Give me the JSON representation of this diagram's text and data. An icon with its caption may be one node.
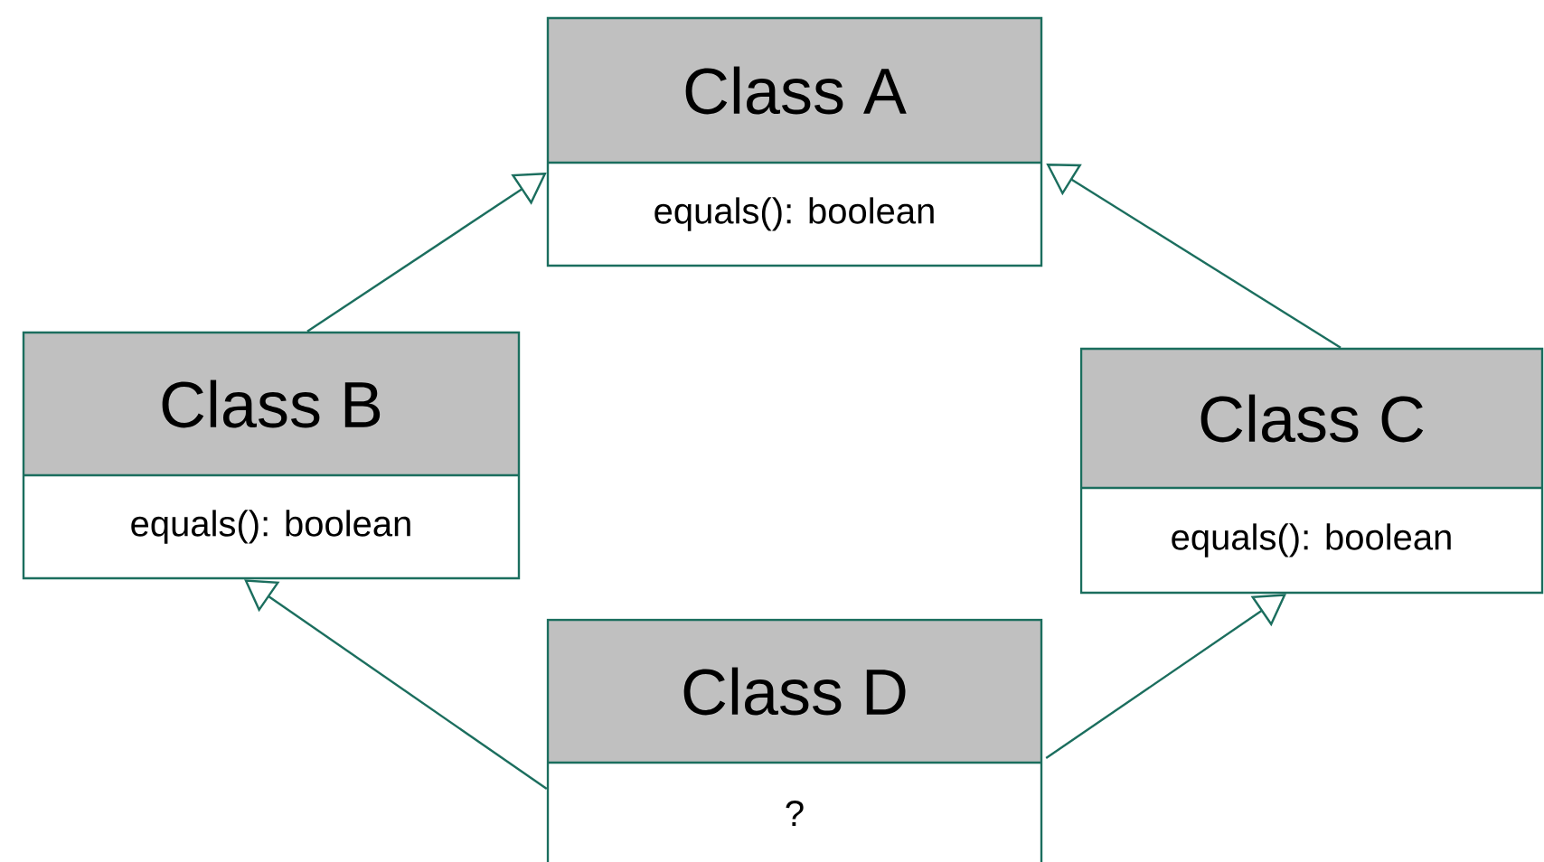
{
  "diagram": {
    "nodes": [
      {
        "text": [
          "Class A",
          "equals(): boolean"
        ]
      },
      {
        "text": [
          "Class B",
          "equals(): boolean"
        ]
      },
      {
        "text": [
          "Class C",
          "equals(): boolean"
        ]
      },
      {
        "text": [
          "Class D",
          "?"
        ]
      }
    ],
    "edges": [
      {
        "from": 1,
        "to": 0,
        "arrow": "to"
      },
      {
        "from": 2,
        "to": 0,
        "arrow": "to"
      },
      {
        "from": 3,
        "to": 1,
        "arrow": "to"
      },
      {
        "from": 3,
        "to": 2,
        "arrow": "to"
      }
    ]
  }
}
